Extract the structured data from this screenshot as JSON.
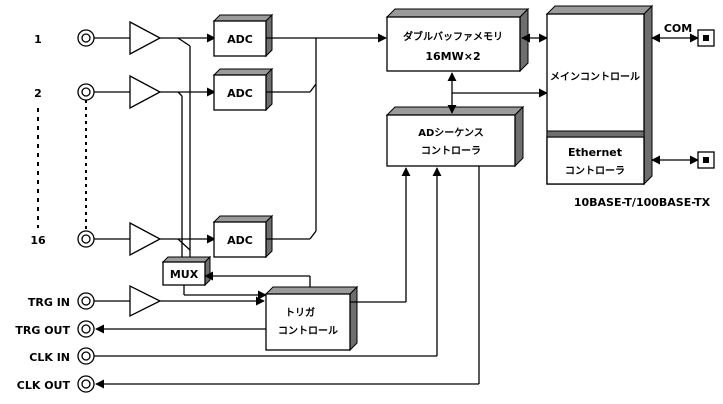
{
  "channels": {
    "ch1": "1",
    "ch2": "2",
    "ch16": "16"
  },
  "blocks": {
    "adc": "ADC",
    "mux": "MUX",
    "buffer_line1": "ダブルバッファメモリ",
    "buffer_line2": "16MW×2",
    "sequence_line1": "ADシーケンス",
    "sequence_line2": "コントローラ",
    "main_controller": "メインコントロール",
    "ethernet_line1": "Ethernet",
    "ethernet_line2": "コントローラ",
    "trigger_line1": "トリガ",
    "trigger_line2": "コントロール"
  },
  "ports": {
    "trg_in": "TRG  IN",
    "trg_out": "TRG  OUT",
    "clk_in": "CLK  IN",
    "clk_out": "CLK  OUT",
    "com": "COM",
    "ethernet_standard": "10BASE-T/100BASE-TX"
  }
}
